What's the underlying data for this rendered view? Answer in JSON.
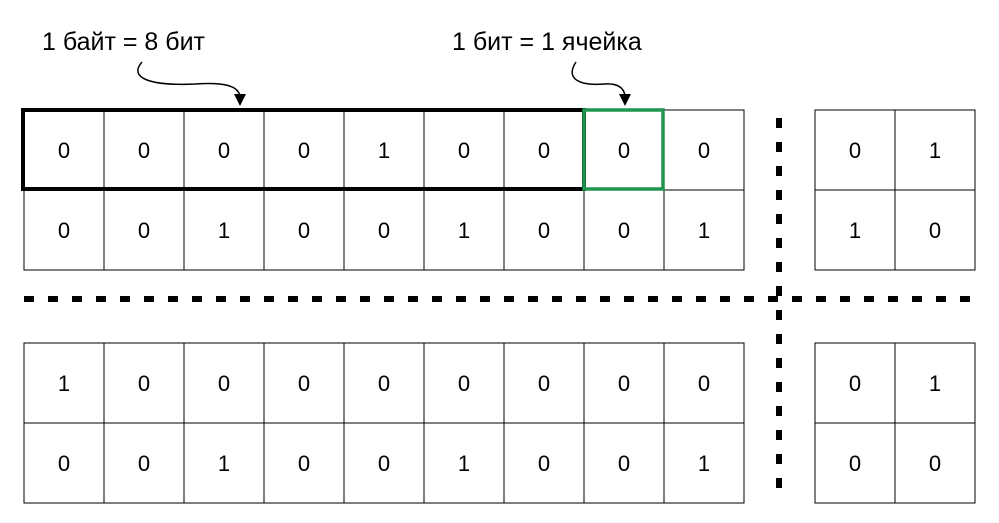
{
  "annotations": {
    "byte_label": "1 байт = 8 бит",
    "bit_label": "1 бит = 1 ячейка"
  },
  "colors": {
    "byte_highlight": "#000000",
    "bit_highlight": "#1f9550",
    "grid_line": "#000000",
    "separator_dots": "#000000"
  },
  "blocks": {
    "top_left": [
      [
        "0",
        "0",
        "0",
        "0",
        "1",
        "0",
        "0",
        "0",
        "0"
      ],
      [
        "0",
        "0",
        "1",
        "0",
        "0",
        "1",
        "0",
        "0",
        "1"
      ]
    ],
    "top_right": [
      [
        "0",
        "1"
      ],
      [
        "1",
        "0"
      ]
    ],
    "bottom_left": [
      [
        "1",
        "0",
        "0",
        "0",
        "0",
        "0",
        "0",
        "0",
        "0"
      ],
      [
        "0",
        "0",
        "1",
        "0",
        "0",
        "1",
        "0",
        "0",
        "1"
      ]
    ],
    "bottom_right": [
      [
        "0",
        "1"
      ],
      [
        "0",
        "0"
      ]
    ]
  }
}
